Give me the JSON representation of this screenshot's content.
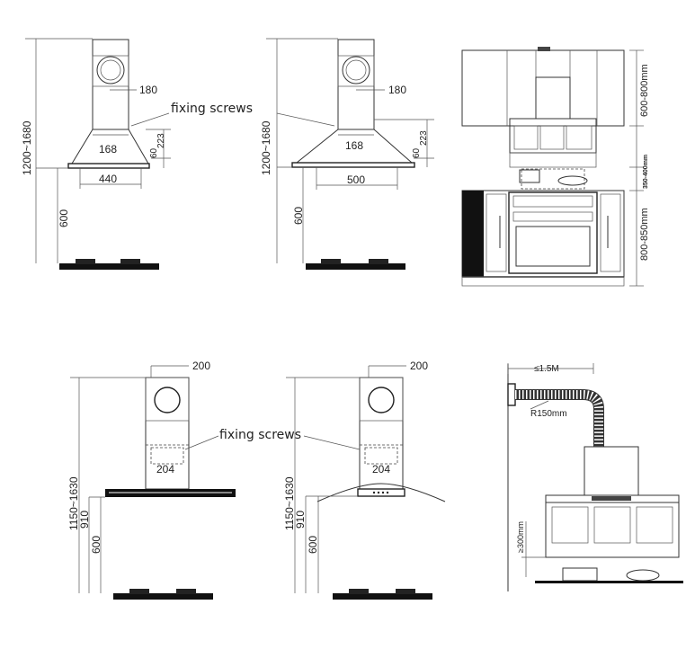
{
  "labels": {
    "fixing_screws": "fixing screws",
    "r150": "R150mm",
    "le15": "≤1.5M",
    "ge300": "≥300mm"
  },
  "dims": {
    "h1200_1680": "1200~1680",
    "h1150_1630": "1150~1630",
    "v600": "600",
    "v910": "910",
    "w180": "180",
    "w168": "168",
    "w440": "440",
    "w500": "500",
    "w200": "200",
    "w204": "204",
    "d223": "223",
    "d60": "60",
    "k600_800": "600-800mm",
    "k350_400": "350-400mm",
    "k800_850": "800-850mm"
  }
}
